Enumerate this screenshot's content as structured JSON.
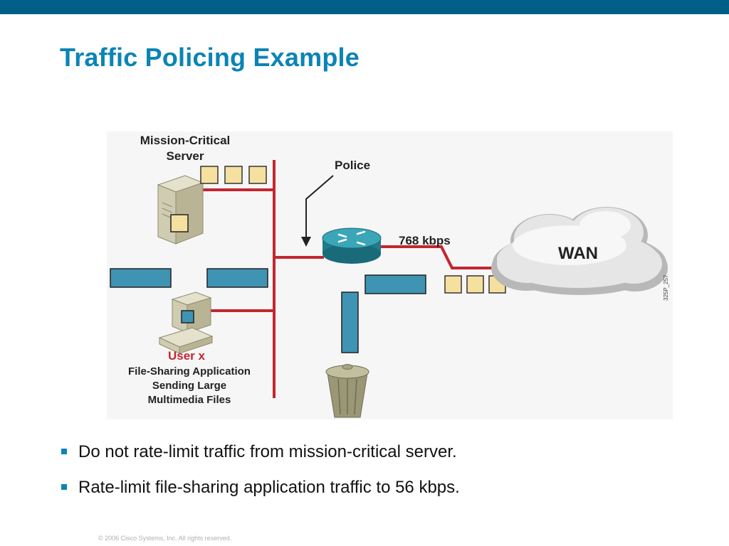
{
  "slide": {
    "title": "Traffic Policing Example",
    "footer": "© 2006 Cisco Systems, Inc. All rights reserved."
  },
  "diagram": {
    "server_label_line1": "Mission-Critical",
    "server_label_line2": "Server",
    "police_label": "Police",
    "link_speed": "768 kbps",
    "wan_label": "WAN",
    "user_label": "User x",
    "user_desc_line1": "File-Sharing Application",
    "user_desc_line2": "Sending Large",
    "user_desc_line3": "Multimedia Files",
    "figure_id": "325P_257"
  },
  "bullets": [
    "Do not rate-limit traffic from mission-critical server.",
    "Rate-limit file-sharing application traffic to 56 kbps."
  ],
  "colors": {
    "accent": "#0b84b5",
    "top_bar": "#005f87",
    "link": "#c4262e",
    "small_packet": "#f6e0a0",
    "large_packet": "#3f93b3",
    "user_label": "#c4262e"
  }
}
